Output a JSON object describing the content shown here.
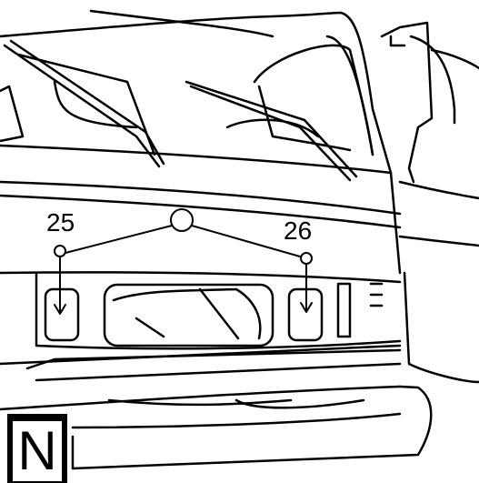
{
  "callouts": [
    {
      "id": "left",
      "label": "25"
    },
    {
      "id": "right",
      "label": "26"
    }
  ],
  "badge": {
    "letter": "N"
  }
}
